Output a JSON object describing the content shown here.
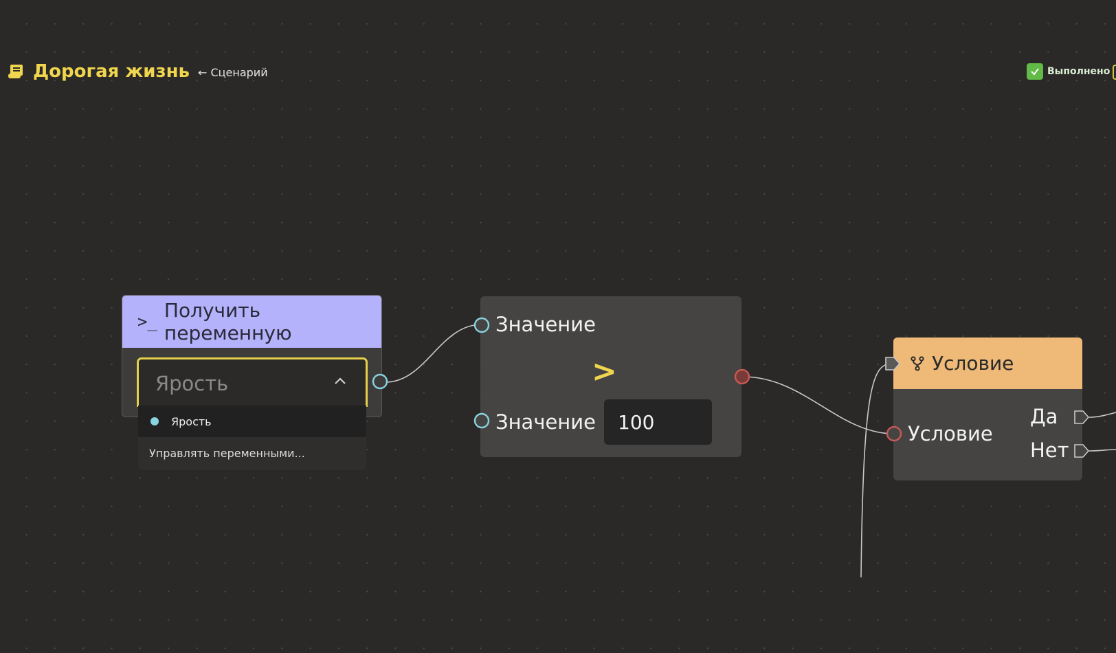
{
  "header": {
    "scene_title": "Дорогая жизнь",
    "breadcrumb": "← Сценарий",
    "status_label": "Выполнено"
  },
  "nodes": {
    "get_variable": {
      "title": "Получить переменную",
      "prompt_icon": ">_",
      "selected_value": "Ярость",
      "dropdown": {
        "options": [
          "Ярость"
        ],
        "manage_label": "Управлять переменными..."
      }
    },
    "compare": {
      "input_a_label": "Значение",
      "operator": ">",
      "input_b_label": "Значение",
      "input_b_value": "100"
    },
    "condition": {
      "title": "Условие",
      "input_label": "Условие",
      "output_yes": "Да",
      "output_no": "Нет"
    }
  },
  "colors": {
    "canvas_bg": "#2a2928",
    "accent_yellow": "#f0d54e",
    "variable_header": "#b4b2fa",
    "condition_header": "#efb978",
    "port_cyan": "#88d4e0",
    "port_red": "#c65a55",
    "status_green": "#62bb47"
  }
}
